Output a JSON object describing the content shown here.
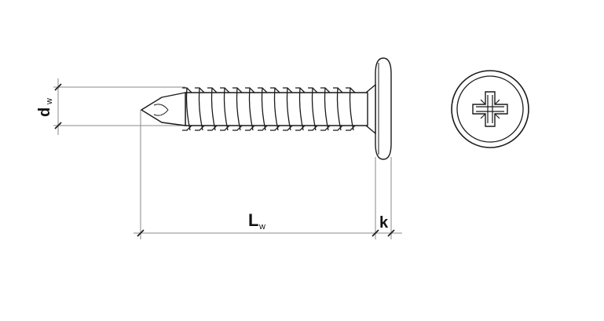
{
  "diagram": {
    "diameter_label": {
      "main": "d",
      "sub": "w"
    },
    "length_label": {
      "main": "L",
      "sub": "w"
    },
    "head_height_label": {
      "main": "k"
    }
  },
  "colors": {
    "line": "#1a1a1a",
    "dimension_line": "#8a8a8a",
    "background": "#ffffff"
  }
}
